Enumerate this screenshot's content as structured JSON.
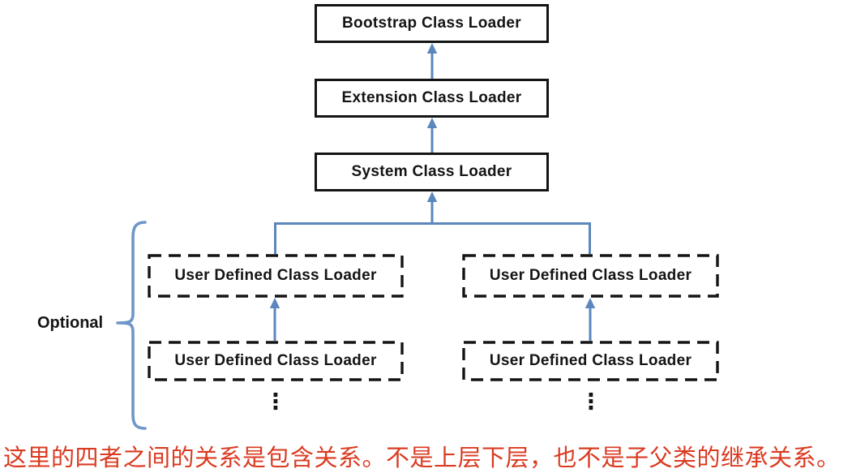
{
  "diagram": {
    "levels": [
      {
        "label": "Bootstrap Class Loader"
      },
      {
        "label": "Extension Class Loader"
      },
      {
        "label": "System Class Loader"
      }
    ],
    "user_defined_label": "User Defined Class Loader",
    "optional_label": "Optional",
    "ellipsis": "⋮"
  },
  "caption": {
    "text": "这里的四者之间的关系是包含关系。不是上层下层，也不是子父类的继承关系。"
  },
  "colors": {
    "arrow": "#5b87bd",
    "brace": "#6e97c8",
    "box_border": "#141414",
    "text": "#141414",
    "caption": "#da3b21",
    "background": "#ffffff"
  }
}
